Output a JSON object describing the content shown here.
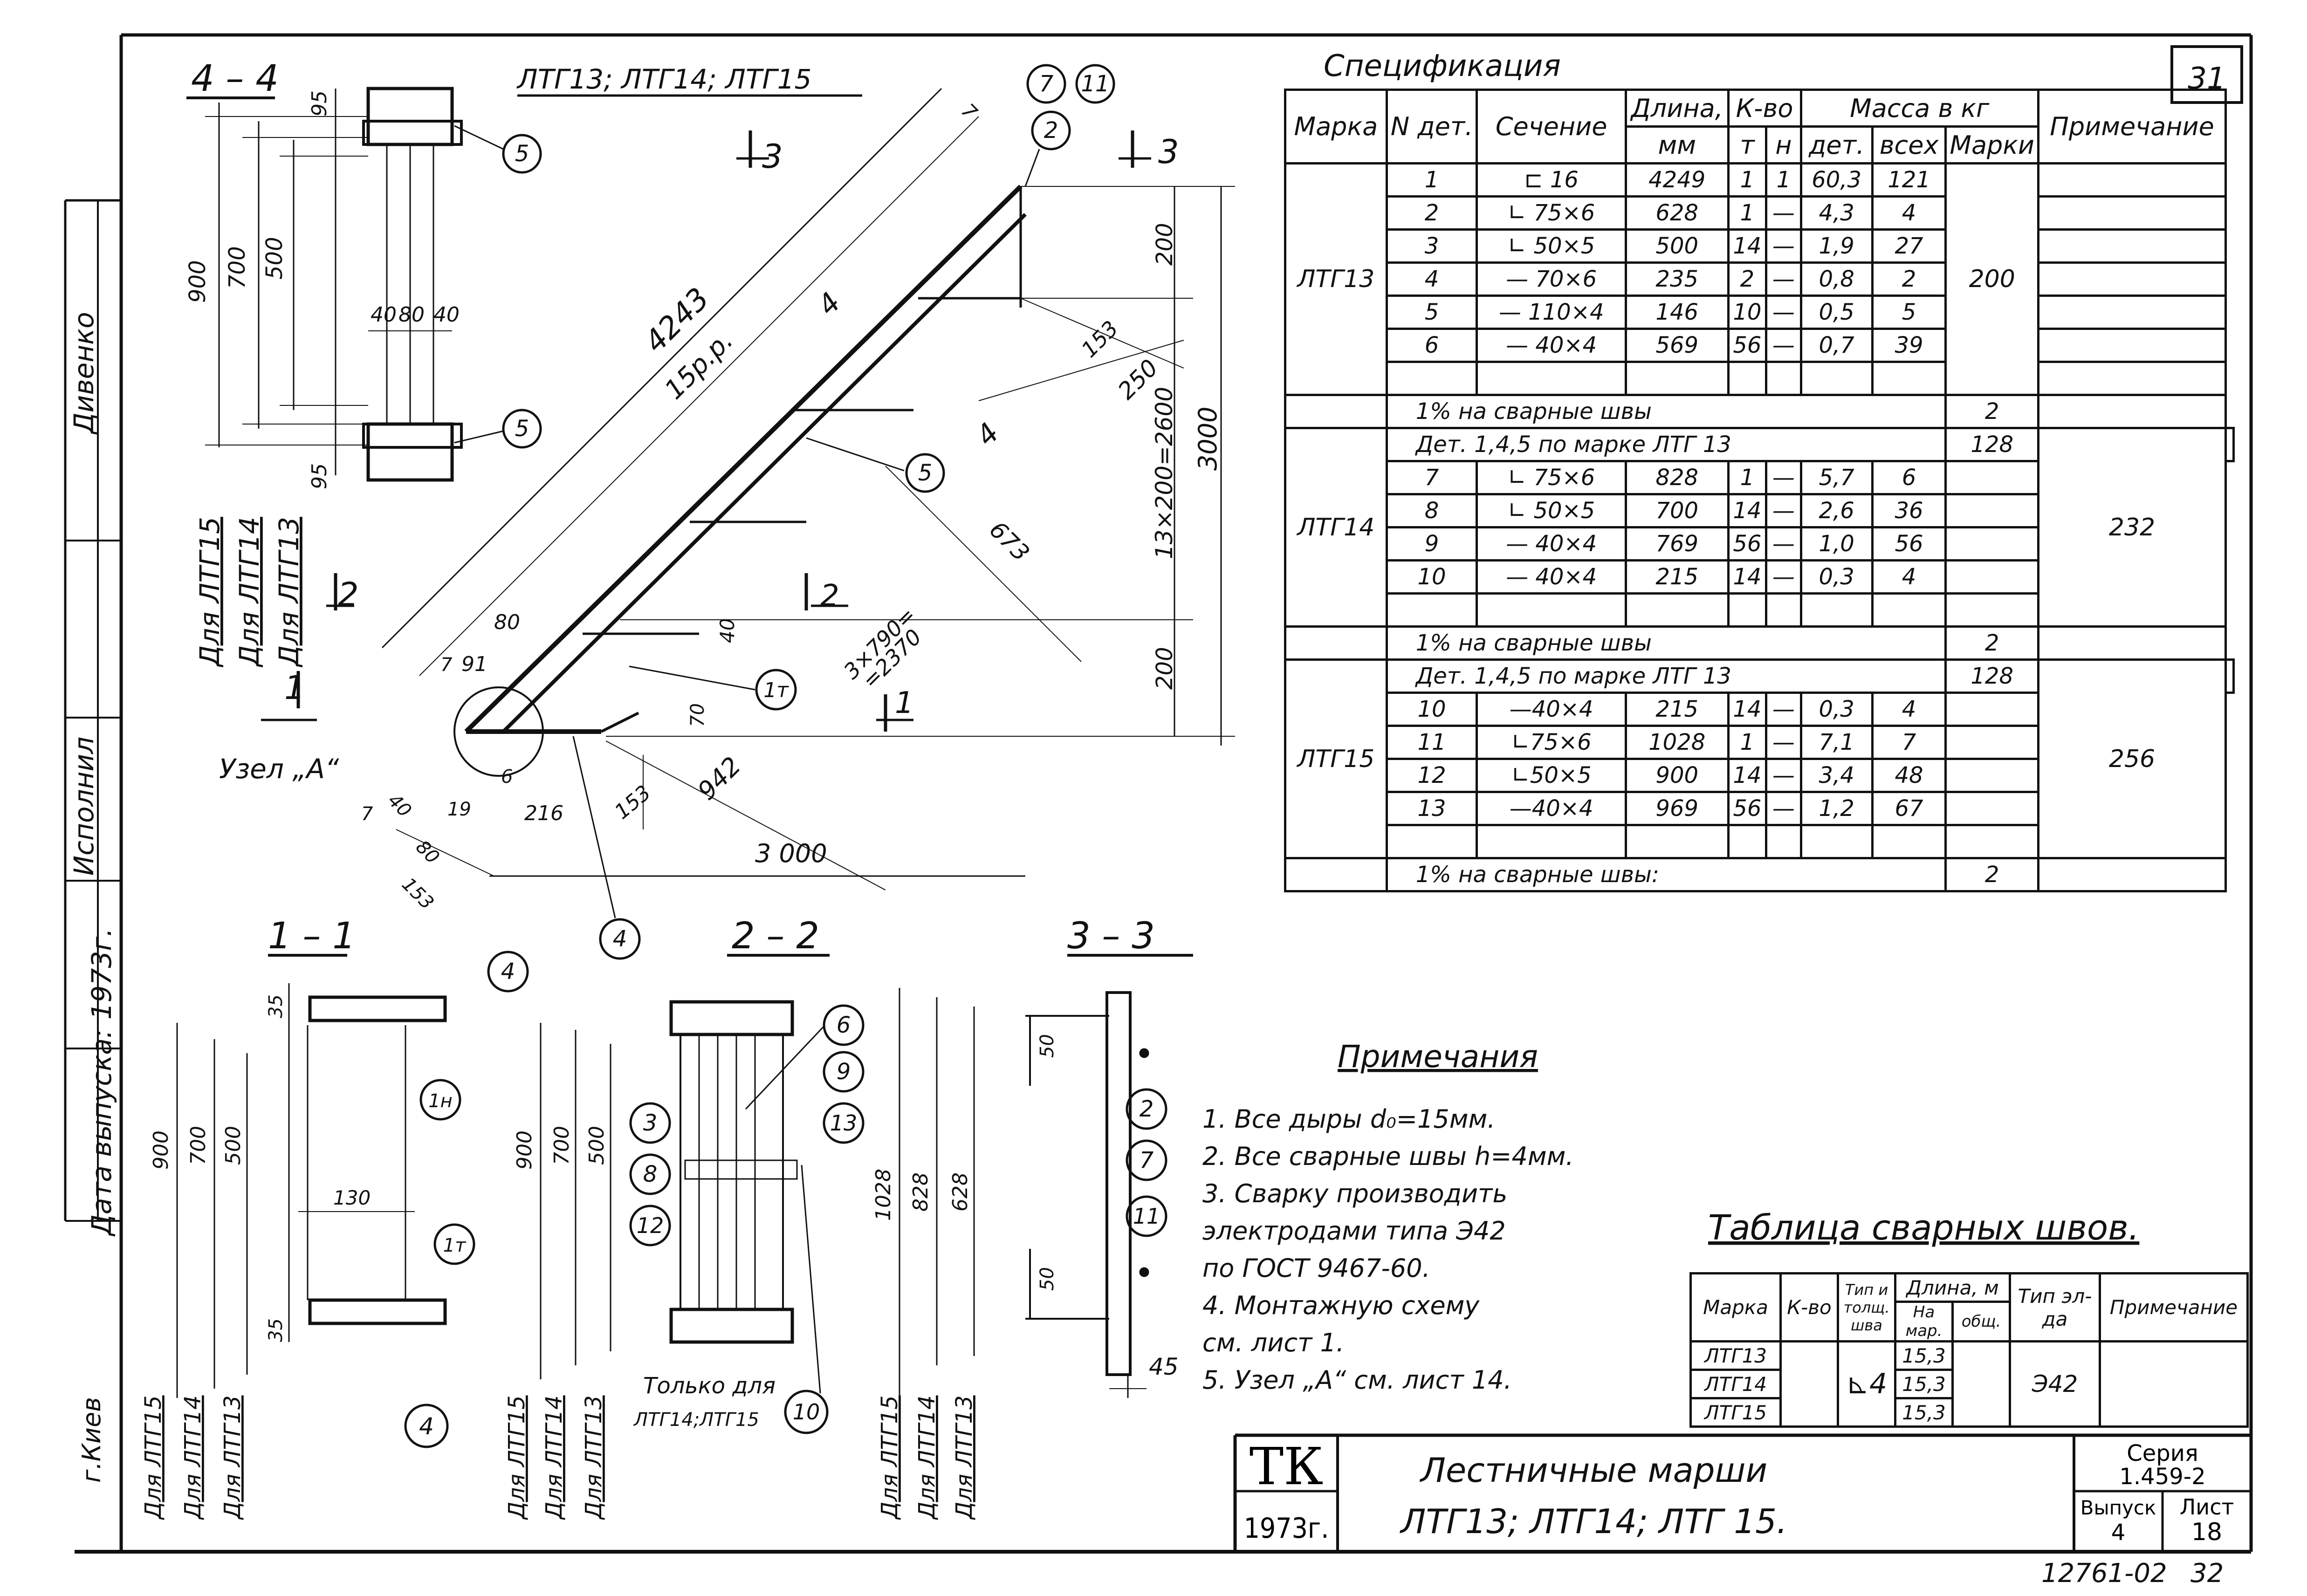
{
  "sheet": {
    "number_corner": "31",
    "archive_number": "12761-02",
    "archive_page": "32",
    "city": "г.Киев"
  },
  "side_stamp": {
    "row1": "Дивенко",
    "row2": "Исполнил",
    "row3": "1973г.",
    "row4": "Дата выпуска:"
  },
  "spec": {
    "title": "Спецификация",
    "headers": {
      "mark": "Марка",
      "part_no": "N дет.",
      "section": "Сечение",
      "length": "Длина,",
      "length_unit": "мм",
      "qty": "К-во",
      "qty_t": "т",
      "qty_n": "н",
      "mass": "Масса в кг",
      "mass_part": "дет.",
      "mass_all": "всех",
      "mass_mark": "Марки",
      "note": "Примечание"
    },
    "groups": [
      {
        "mark": "ЛТГ13",
        "total": "200",
        "rows": [
          [
            "1",
            "⊏ 16",
            "4249",
            "1",
            "1",
            "60,3",
            "121"
          ],
          [
            "2",
            "∟ 75×6",
            "628",
            "1",
            "—",
            "4,3",
            "4"
          ],
          [
            "3",
            "∟ 50×5",
            "500",
            "14",
            "—",
            "1,9",
            "27"
          ],
          [
            "4",
            "— 70×6",
            "235",
            "2",
            "—",
            "0,8",
            "2"
          ],
          [
            "5",
            "— 110×4",
            "146",
            "10",
            "—",
            "0,5",
            "5"
          ],
          [
            "6",
            "— 40×4",
            "569",
            "56",
            "—",
            "0,7",
            "39"
          ],
          [
            "",
            "",
            "",
            "",
            "",
            "",
            ""
          ]
        ],
        "weld": "1% на сварные швы",
        "weld_val": "2"
      },
      {
        "mark": "ЛТГ14",
        "total": "232",
        "ref": "Дет. 1,4,5 по марке ЛТГ 13",
        "ref_val": "128",
        "rows": [
          [
            "7",
            "∟ 75×6",
            "828",
            "1",
            "—",
            "5,7",
            "6"
          ],
          [
            "8",
            "∟ 50×5",
            "700",
            "14",
            "—",
            "2,6",
            "36"
          ],
          [
            "9",
            "— 40×4",
            "769",
            "56",
            "—",
            "1,0",
            "56"
          ],
          [
            "10",
            "— 40×4",
            "215",
            "14",
            "—",
            "0,3",
            "4"
          ],
          [
            "",
            "",
            "",
            "",
            "",
            "",
            ""
          ]
        ],
        "weld": "1% на сварные швы",
        "weld_val": "2"
      },
      {
        "mark": "ЛТГ15",
        "total": "256",
        "ref": "Дет. 1,4,5 по марке ЛТГ 13",
        "ref_val": "128",
        "rows": [
          [
            "10",
            "—40×4",
            "215",
            "14",
            "—",
            "0,3",
            "4"
          ],
          [
            "11",
            "∟75×6",
            "1028",
            "1",
            "—",
            "7,1",
            "7"
          ],
          [
            "12",
            "∟50×5",
            "900",
            "14",
            "—",
            "3,4",
            "48"
          ],
          [
            "13",
            "—40×4",
            "969",
            "56",
            "—",
            "1,2",
            "67"
          ],
          [
            "",
            "",
            "",
            "",
            "",
            "",
            ""
          ]
        ],
        "weld": "1% на сварные швы:",
        "weld_val": "2"
      }
    ]
  },
  "notes": {
    "title": "Примечания",
    "items": [
      "1.  Все дыры d₀=15мм.",
      "2.  Все сварные швы h=4мм.",
      "3.  Сварку производить",
      "     электродами типа Э42",
      "     по ГОСТ 9467-60.",
      "4.  Монтажную   схему",
      "     см. лист 1.",
      "5.  Узел „A“ см. лист 14."
    ]
  },
  "weld_table": {
    "title": "Таблица сварных швов.",
    "headers": {
      "mark": "Марка",
      "qty": "К-во",
      "type": "Тип и толщ. шва",
      "length": "Длина, м",
      "len_mark": "На мар.",
      "len_total": "общ.",
      "el_type": "Тип эл-да",
      "note": "Примечание"
    },
    "marks": [
      "ЛТГ13",
      "ЛТГ14",
      "ЛТГ15"
    ],
    "weld_symbol": "4",
    "lengths": [
      "15,3",
      "15,3",
      "15,3"
    ],
    "electrode": "Э42"
  },
  "title_block": {
    "logo": "ТК",
    "year": "1973г.",
    "title_line1": "Лестничные   марши",
    "title_line2": "ЛТГ13;  ЛТГ14;  ЛТГ 15.",
    "series_label": "Серия",
    "series_value": "1.459-2",
    "issue_label": "Выпуск",
    "issue_value": "4",
    "sheet_label": "Лист",
    "sheet_value": "18"
  },
  "drawing": {
    "section_44": "4 – 4",
    "section_11": "1 – 1",
    "section_22": "2 – 2",
    "section_33": "3 – 3",
    "header_marks": "ЛТГ13;  ЛТГ14;  ЛТГ15",
    "node_label": "Узел „A“",
    "only_for": "Только для",
    "only_for_marks": "ЛТГ14;ЛТГ15",
    "for15": "Для ЛТГ15",
    "for14": "Для ЛТГ14",
    "for13": "Для ЛТГ13",
    "dims_44": [
      "95",
      "900",
      "700",
      "500",
      "40",
      "80",
      "40",
      "95"
    ],
    "dims_main": [
      "4243",
      "15р.р.",
      "250",
      "153",
      "673",
      "3000",
      "13×200=2600",
      "200",
      "200",
      "3×790=",
      "=2370",
      "942",
      "216",
      "153",
      "19",
      "80",
      "153",
      "3 000",
      "40",
      "70",
      "6",
      "7",
      "91",
      "80",
      "40",
      "7",
      "7"
    ],
    "dims_11": [
      "35",
      "900",
      "700",
      "500",
      "130",
      "35"
    ],
    "dims_22": [
      "900",
      "700",
      "500"
    ],
    "dims_33": [
      "1028",
      "828",
      "628",
      "50",
      "50",
      "45"
    ],
    "callouts": [
      "7",
      "11",
      "2",
      "5",
      "5",
      "5",
      "1т",
      "4",
      "4",
      "1н",
      "1т",
      "4",
      "6",
      "9",
      "13",
      "3",
      "8",
      "12",
      "10",
      "2",
      "7",
      "11"
    ],
    "cut_marks": [
      "3",
      "3",
      "2",
      "2",
      "1",
      "1",
      "4",
      "4"
    ]
  }
}
